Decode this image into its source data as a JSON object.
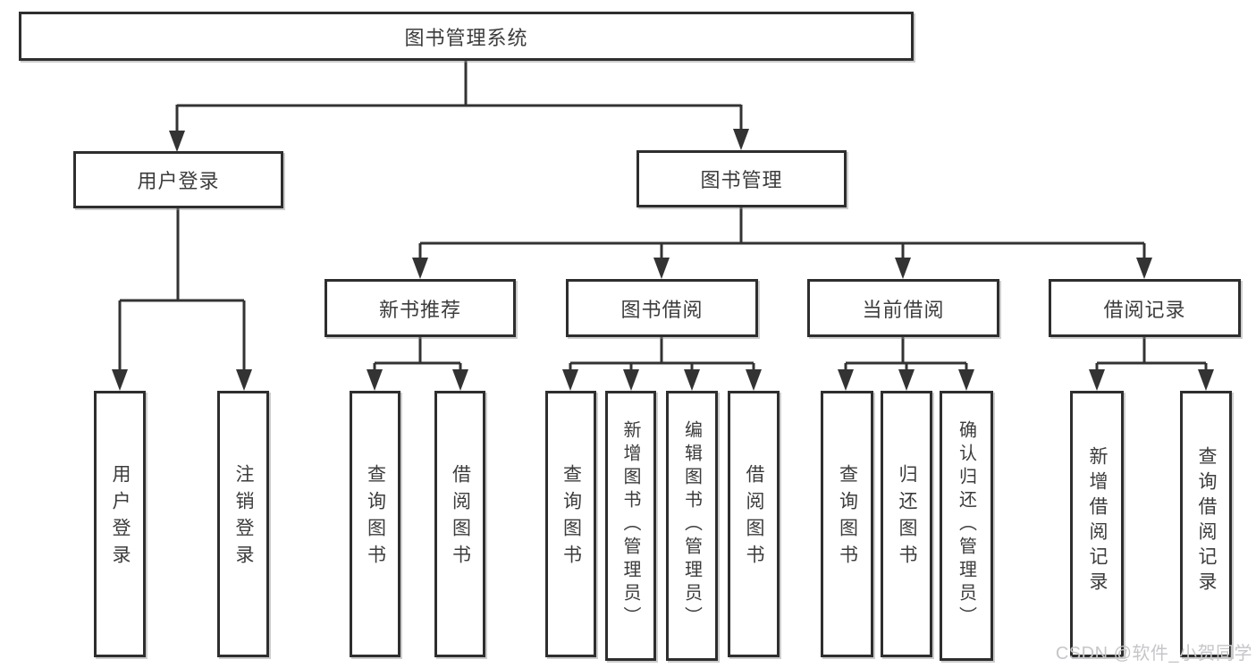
{
  "diagram": {
    "root": "图书管理系统",
    "level2": [
      "用户登录",
      "图书管理"
    ],
    "level3": [
      "新书推荐",
      "图书借阅",
      "当前借阅",
      "借阅记录"
    ],
    "leaves_user_login": [
      "用户登录",
      "注销登录"
    ],
    "leaves_new_book": [
      "查询图书",
      "借阅图书"
    ],
    "leaves_book_borrow": [
      "查询图书",
      "新增图书（管理员）",
      "编辑图书（管理员）",
      "借阅图书"
    ],
    "leaves_current_borrow": [
      "查询图书",
      "归还图书",
      "确认归还（管理员）"
    ],
    "leaves_borrow_record": [
      "新增借阅记录",
      "查询借阅记录"
    ],
    "watermark": "CSDN @软件_小贺同学",
    "colors": {
      "line": "#333333",
      "box_border": "#2e2e2e",
      "text": "#3c3c3c",
      "watermark": "#c6c6ca",
      "background": "#ffffff"
    }
  }
}
